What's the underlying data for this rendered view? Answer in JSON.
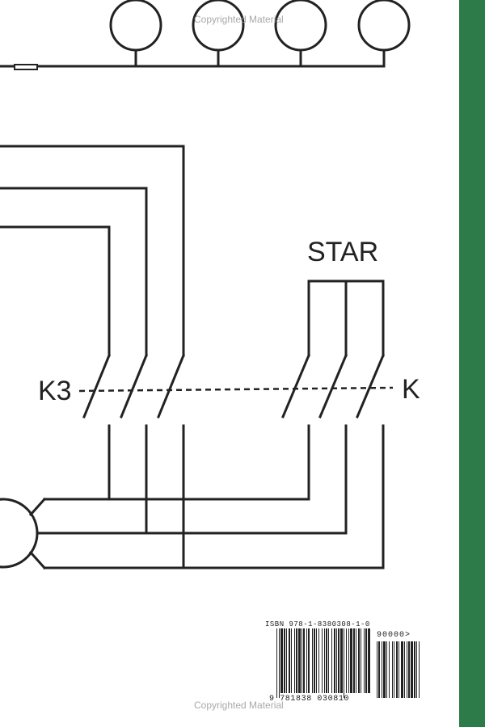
{
  "labels": {
    "k3": "K3",
    "k": "K",
    "star": "STAR"
  },
  "barcode": {
    "isbn_text": "ISBN 978-1-8380308-1-0",
    "price_code": "90000>",
    "digits": "9 781838 030810"
  },
  "watermark": "Copyrighted Material",
  "colors": {
    "spine": "#2e7b4a",
    "line": "#222222",
    "background": "#ffffff"
  }
}
